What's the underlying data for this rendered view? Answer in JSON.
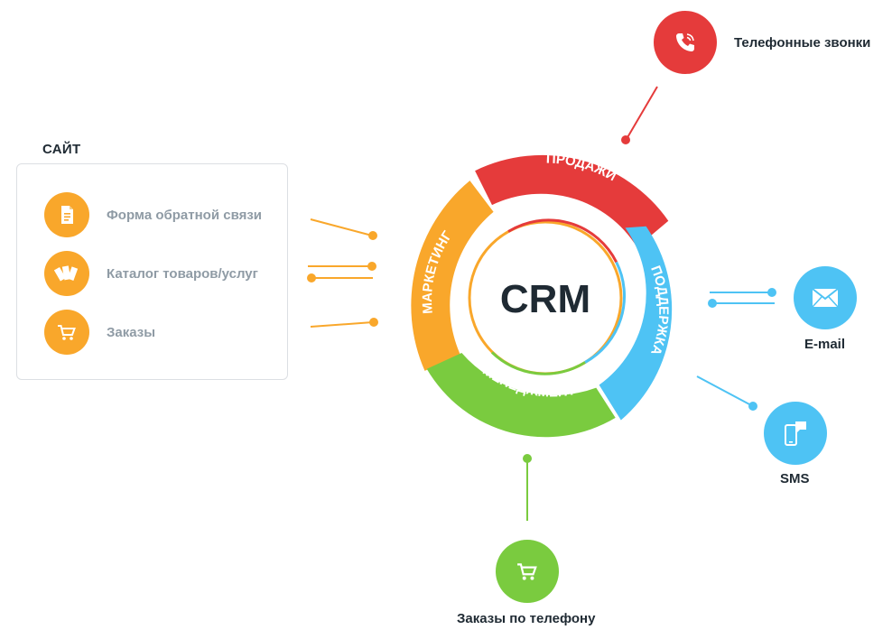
{
  "center": {
    "label": "CRM"
  },
  "segments": {
    "sales": {
      "label": "ПРОДАЖИ",
      "color": "#e53b3b"
    },
    "support": {
      "label": "ПОДДЕРЖКА",
      "color": "#4ec3f4"
    },
    "management": {
      "label": "МЕНЕДЖМЕНТ",
      "color": "#7acb3f"
    },
    "marketing": {
      "label": "МАРКЕТИНГ",
      "color": "#f9a72b"
    }
  },
  "site": {
    "title": "САЙТ",
    "items": [
      {
        "label": "Форма обратной связи",
        "icon": "document-icon"
      },
      {
        "label": "Каталог товаров/услуг",
        "icon": "catalog-icon"
      },
      {
        "label": "Заказы",
        "icon": "cart-icon"
      }
    ]
  },
  "channels": {
    "phone_calls": {
      "label": "Телефонные звонки",
      "icon": "phone-icon",
      "color": "#e53b3b"
    },
    "email": {
      "label": "E-mail",
      "icon": "envelope-icon",
      "color": "#4ec3f4"
    },
    "sms": {
      "label": "SMS",
      "icon": "mobile-message-icon",
      "color": "#4ec3f4"
    },
    "phone_orders": {
      "label": "Заказы по телефону",
      "icon": "cart-icon",
      "color": "#7acb3f"
    }
  }
}
